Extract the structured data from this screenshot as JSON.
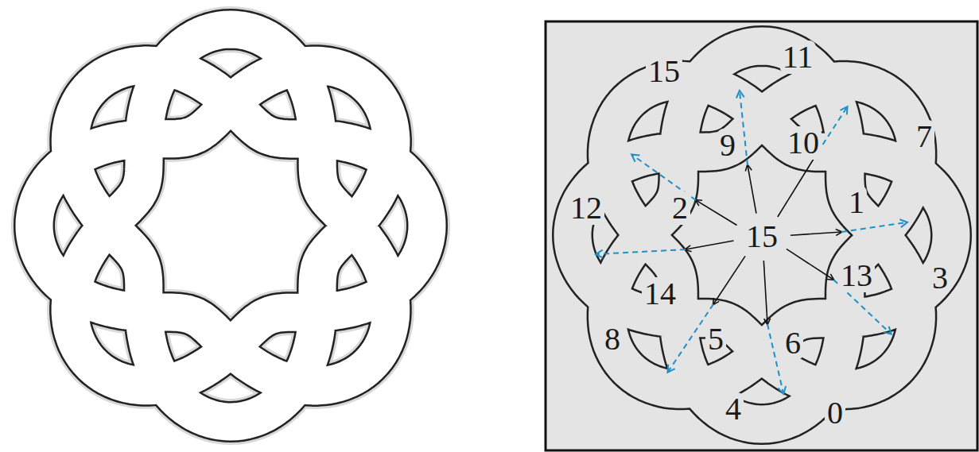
{
  "diagram": {
    "labels": [
      "15",
      "11",
      "7",
      "9",
      "10",
      "12",
      "2",
      "15",
      "1",
      "3",
      "14",
      "13",
      "8",
      "5",
      "6",
      "4",
      "0"
    ]
  }
}
